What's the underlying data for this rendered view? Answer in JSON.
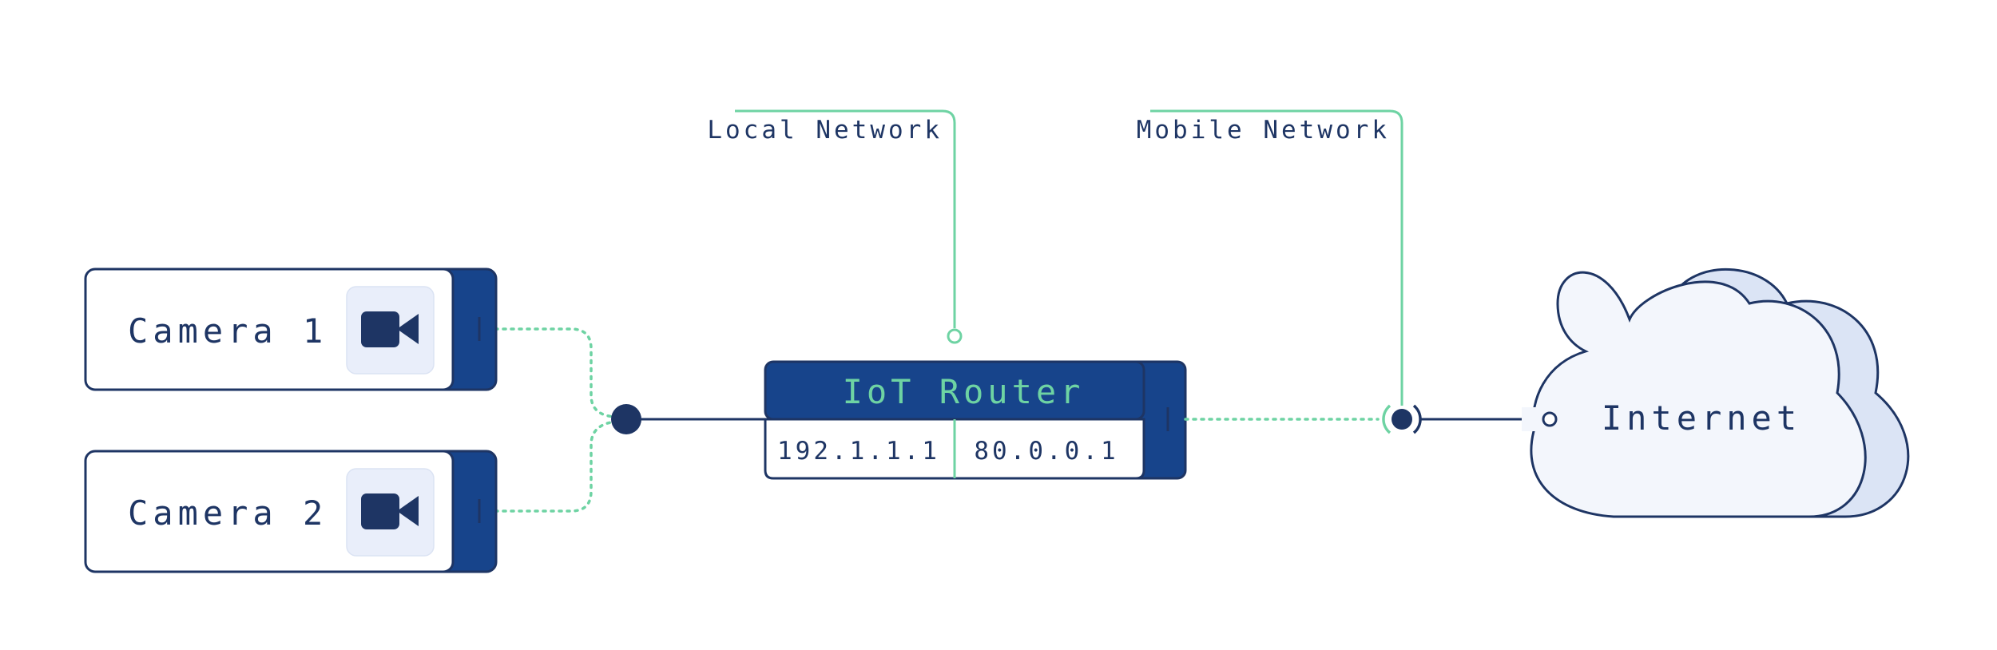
{
  "network_labels": {
    "local": "Local Network",
    "mobile": "Mobile Network"
  },
  "cameras": [
    {
      "label": "Camera 1",
      "icon": "video-camera-icon"
    },
    {
      "label": "Camera 2",
      "icon": "video-camera-icon"
    }
  ],
  "router": {
    "title": "IoT Router",
    "local_ip": "192.1.1.1",
    "external_ip": "80.0.0.1"
  },
  "internet": {
    "label": "Internet",
    "icon": "cloud-icon"
  },
  "colors": {
    "navy": "#1e3564",
    "blue": "#17448b",
    "green": "#6ed3a3",
    "cloud_fill": "#f3f6fc",
    "cloud_back": "#dbe4f5",
    "icon_bg": "#e9eefa"
  }
}
